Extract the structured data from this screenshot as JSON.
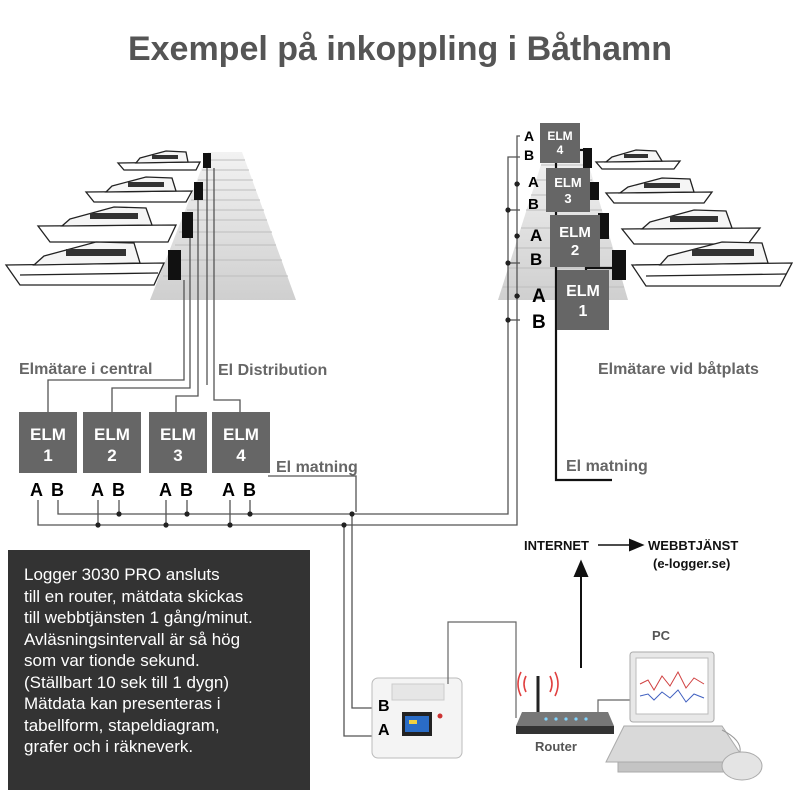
{
  "title": "Exempel på inkoppling i Båthamn",
  "labels": {
    "central": "Elmätare i central",
    "distribution": "El Distribution",
    "boat_meters": "Elmätare vid båtplats",
    "feed_central": "El matning",
    "feed_boat": "El matning",
    "internet": "INTERNET",
    "webservice": "WEBBTJÄNST",
    "webservice_url": "(e-logger.se)",
    "pc": "PC",
    "router": "Router",
    "logger_b": "B",
    "logger_a": "A"
  },
  "central_meters": [
    {
      "name": "ELM",
      "num": "1",
      "a": "A",
      "b": "B"
    },
    {
      "name": "ELM",
      "num": "2",
      "a": "A",
      "b": "B"
    },
    {
      "name": "ELM",
      "num": "3",
      "a": "A",
      "b": "B"
    },
    {
      "name": "ELM",
      "num": "4",
      "a": "A",
      "b": "B"
    }
  ],
  "boat_meters": [
    {
      "name": "ELM",
      "num": "4",
      "a": "A",
      "b": "B"
    },
    {
      "name": "ELM",
      "num": "3",
      "a": "A",
      "b": "B"
    },
    {
      "name": "ELM",
      "num": "2",
      "a": "A",
      "b": "B"
    },
    {
      "name": "ELM",
      "num": "1",
      "a": "A",
      "b": "B"
    }
  ],
  "info_lines": [
    "Logger 3030 PRO ansluts",
    "till en router, mätdata skickas",
    "till webbtjänsten 1 gång/minut.",
    "Avläsningsintervall är så hög",
    "som var tionde sekund.",
    "(Ställbart 10 sek till 1 dygn)",
    "Mätdata kan presenteras i",
    "tabellform, stapeldiagram,",
    "grafer och i räkneverk."
  ],
  "colors": {
    "meter_box": "#666666",
    "info_box": "#333333",
    "title": "#555555",
    "wire": "#555555"
  }
}
